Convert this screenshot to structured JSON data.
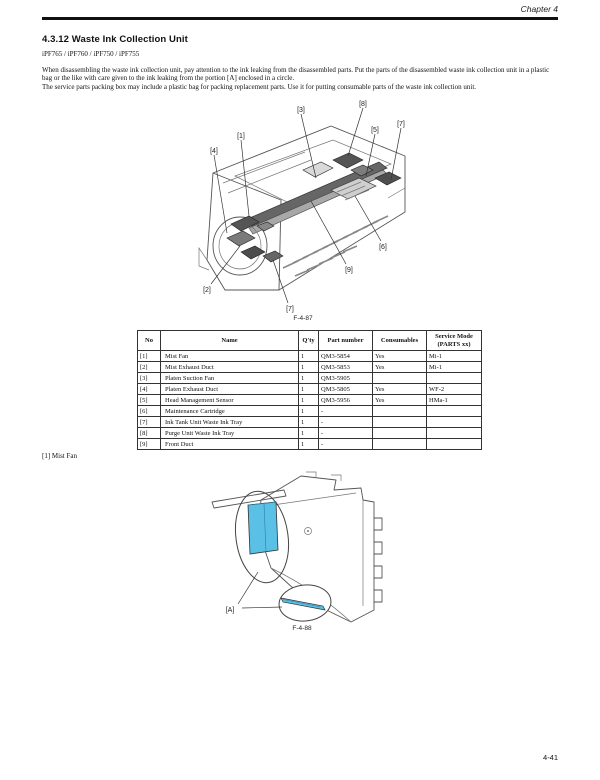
{
  "header": {
    "chapter": "Chapter 4"
  },
  "section": {
    "heading": "4.3.12 Waste Ink Collection Unit",
    "models": "iPF765 / iPF760 / iPF750 / iPF755",
    "paragraph1": "When disassembling the waste ink collection unit, pay attention to the ink leaking from the disassembled parts. Put the parts of the disassembled waste ink collection unit in a plastic bag or the like with care given to the ink leaking from the portion [A] enclosed in a circle.",
    "paragraph2": "The service parts packing box may include a plastic bag for packing replacement parts. Use it for putting consumable parts of the waste ink collection unit."
  },
  "figure1": {
    "caption": "F-4-87",
    "callouts": {
      "n1": "[1]",
      "n2": "[2]",
      "n3": "[3]",
      "n4": "[4]",
      "n5": "[5]",
      "n6": "[6]",
      "n7a": "[7]",
      "n7b": "[7]",
      "n8": "[8]",
      "n9": "[9]"
    }
  },
  "parts_table": {
    "headers": [
      "No",
      "Name",
      "Q'ty",
      "Part number",
      "Consumables",
      "Service Mode\n(PARTS xx)"
    ],
    "rows": [
      [
        "[1]",
        "Mist Fan",
        "1",
        "QM3-5854",
        "Yes",
        "Mi-1"
      ],
      [
        "[2]",
        "Mist Exhaust Duct",
        "1",
        "QM3-5853",
        "Yes",
        "Mi-1"
      ],
      [
        "[3]",
        "Platen Suction Fan",
        "1",
        "QM3-5905",
        "",
        ""
      ],
      [
        "[4]",
        "Platen Exhaust Duct",
        "1",
        "QM3-5805",
        "Yes",
        "WF-2"
      ],
      [
        "[5]",
        "Head Management Sensor",
        "1",
        "QM3-5956",
        "Yes",
        "HMa-1"
      ],
      [
        "[6]",
        "Maintenance Cartridge",
        "1",
        "-",
        "",
        ""
      ],
      [
        "[7]",
        "Ink Tank Unit Waste Ink Tray",
        "1",
        "-",
        "",
        ""
      ],
      [
        "[8]",
        "Purge Unit Waste Ink Tray",
        "1",
        "-",
        "",
        ""
      ],
      [
        "[9]",
        "Front Duct",
        "1",
        "-",
        "",
        ""
      ]
    ]
  },
  "subsection_label": "[1] Mist Fan",
  "figure2": {
    "caption": "F-4-88",
    "callout_a": "[A]",
    "highlight_color": "#5bc0e6"
  },
  "footer": {
    "page_number": "4-41"
  }
}
